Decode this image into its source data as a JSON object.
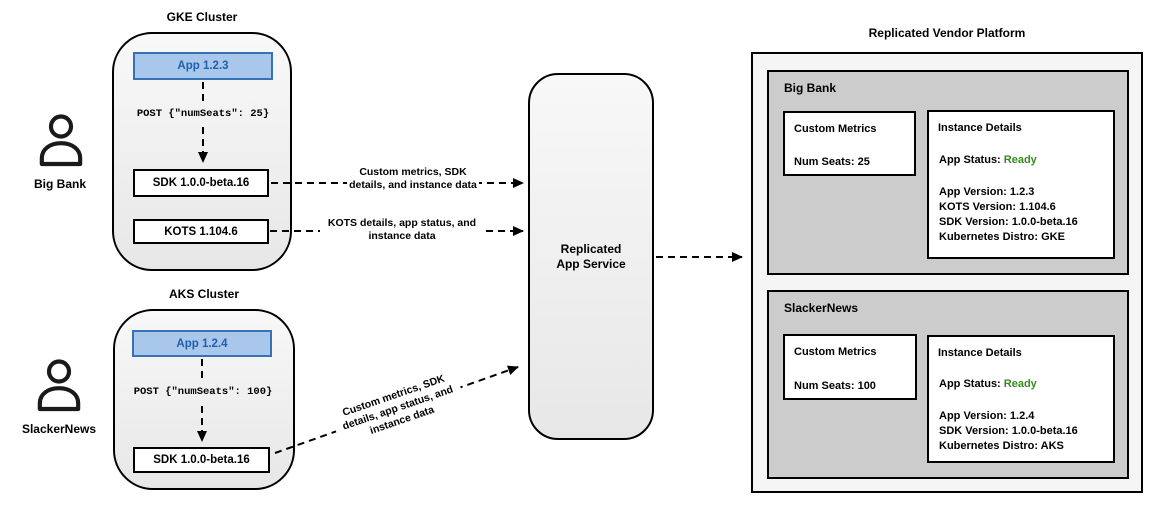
{
  "users": [
    {
      "name": "Big Bank"
    },
    {
      "name": "SlackerNews"
    }
  ],
  "clusters": [
    {
      "title": "GKE Cluster",
      "app": "App 1.2.3",
      "post": "POST {\"numSeats\": 25}",
      "sdk": "SDK 1.0.0-beta.16",
      "kots": "KOTS 1.104.6"
    },
    {
      "title": "AKS Cluster",
      "app": "App 1.2.4",
      "post": "POST {\"numSeats\": 100}",
      "sdk": "SDK 1.0.0-beta.16"
    }
  ],
  "flows": [
    {
      "label": "Custom metrics, SDK details, and instance data"
    },
    {
      "label": "KOTS details, app status, and instance data"
    },
    {
      "label": "Custom metrics, SDK details, app status, and instance data"
    }
  ],
  "service": {
    "name": "Replicated App Service"
  },
  "platform": {
    "title": "Replicated Vendor Platform",
    "customers": [
      {
        "name": "Big Bank",
        "custom_metrics": {
          "title": "Custom Metrics",
          "metric": "Num Seats: 25"
        },
        "instance_details": {
          "title": "Instance Details",
          "app_status_label": "App Status: ",
          "app_status_value": "Ready",
          "lines": [
            "App Version: 1.2.3",
            "KOTS Version: 1.104.6",
            "SDK Version: 1.0.0-beta.16",
            "Kubernetes Distro: GKE"
          ]
        }
      },
      {
        "name": "SlackerNews",
        "custom_metrics": {
          "title": "Custom Metrics",
          "metric": "Num Seats: 100"
        },
        "instance_details": {
          "title": "Instance Details",
          "app_status_label": "App Status: ",
          "app_status_value": "Ready",
          "lines": [
            "App Version: 1.2.4",
            "SDK Version: 1.0.0-beta.16",
            "Kubernetes Distro: AKS"
          ]
        }
      }
    ]
  },
  "colors": {
    "app_box_fill": "#a9c7ea",
    "app_box_border": "#3672b5",
    "app_box_text": "#1f5fad",
    "status_ready_green": "#368a1f",
    "section_gray": "#cccccc",
    "panel_gray": "#f5f5f5",
    "line_black": "#000000"
  }
}
